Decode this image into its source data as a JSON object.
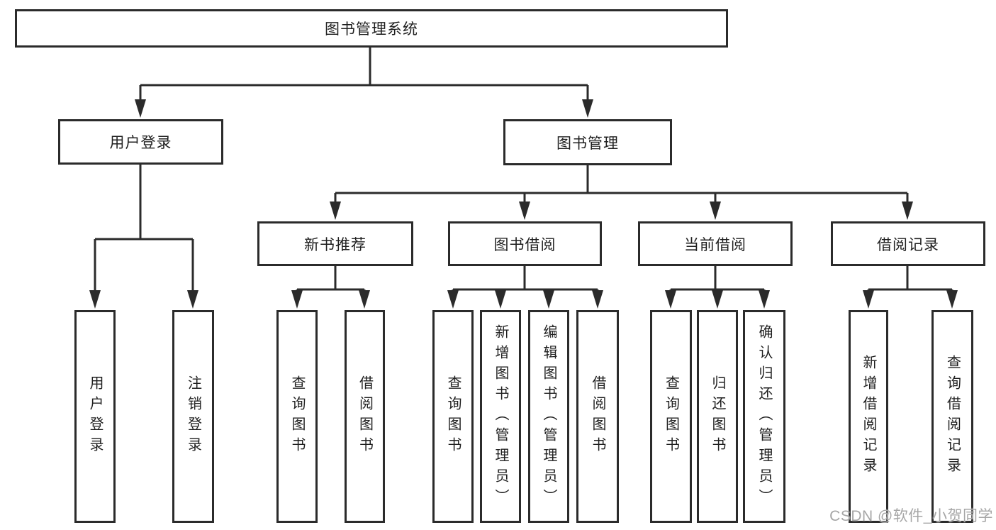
{
  "diagram": {
    "type": "function-structure-tree",
    "colors": {
      "line": "#2b2b2b",
      "box_border": "#2b2b2b",
      "text": "#1f1f1f",
      "background": "#ffffff",
      "watermark": "#a6a6a6"
    },
    "tree": {
      "root": {
        "label": "图书管理系统"
      },
      "branches": [
        {
          "label": "用户登录",
          "children": [
            "用户登录",
            "注销登录"
          ]
        },
        {
          "label": "图书管理",
          "groups": [
            {
              "label": "新书推荐",
              "children": [
                "查询图书",
                "借阅图书"
              ]
            },
            {
              "label": "图书借阅",
              "children": [
                "查询图书",
                "新增图书（管理员）",
                "编辑图书（管理员）",
                "借阅图书"
              ]
            },
            {
              "label": "当前借阅",
              "children": [
                "查询图书",
                "归还图书",
                "确认归还（管理员）"
              ]
            },
            {
              "label": "借阅记录",
              "children": [
                "新增借阅记录",
                "查询借阅记录"
              ]
            }
          ]
        }
      ]
    },
    "watermark": "CSDN @软件_小贺同学"
  }
}
